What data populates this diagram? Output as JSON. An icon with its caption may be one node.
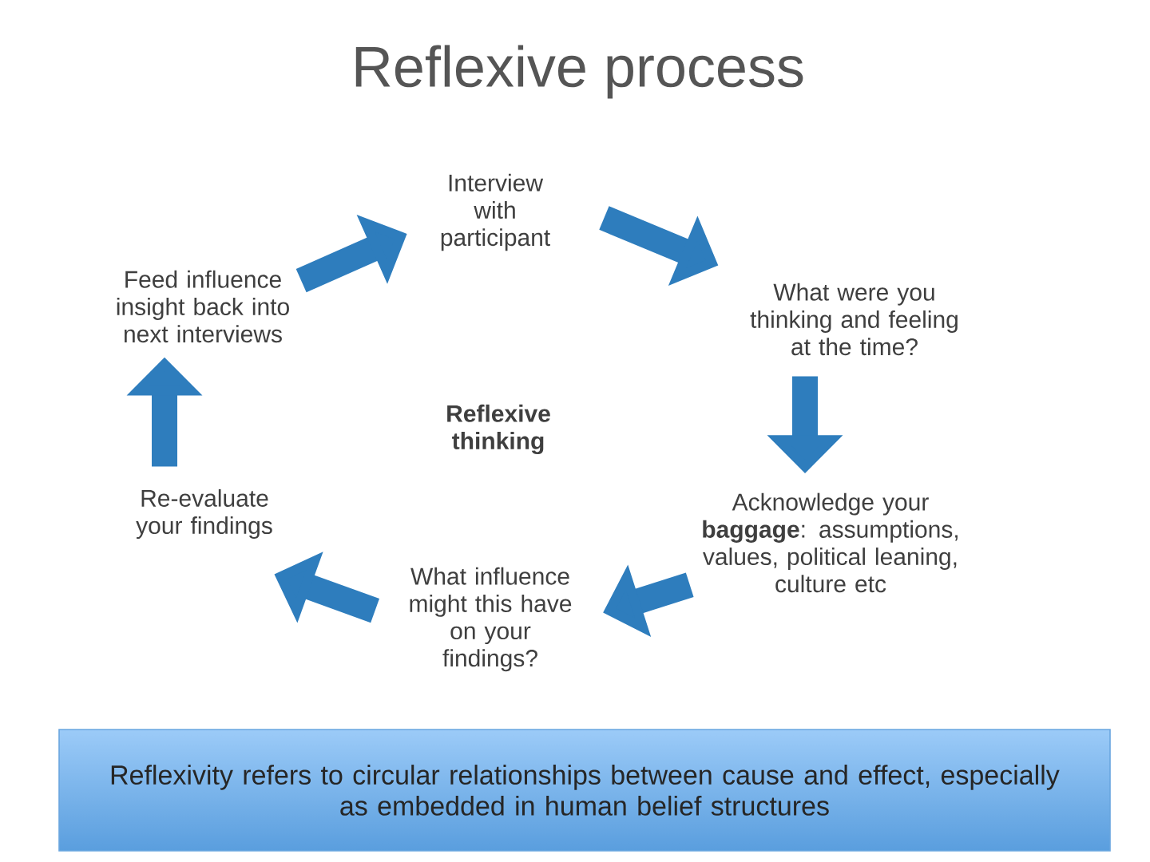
{
  "diagram": {
    "title": "Reflexive process",
    "nodes": [
      {
        "text": [
          "Interview with participant"
        ]
      },
      {
        "text": [
          "What were you thinking and feeling at the time?"
        ]
      },
      {
        "text": [
          "Acknowledge your **baggage**: assumptions, values, political leaning, culture etc"
        ]
      },
      {
        "text": [
          "What influence might this have on your findings?"
        ]
      },
      {
        "text": [
          "Re-evaluate your findings"
        ]
      },
      {
        "text": [
          "Feed influence insight back into next interviews"
        ]
      },
      {
        "text": [
          "Reflexivity refers to circular relationships between cause and effect, especially as embedded in human belief structures"
        ]
      }
    ],
    "edges": [
      {
        "from": 0,
        "to": 1,
        "arrow": "to"
      },
      {
        "from": 1,
        "to": 2,
        "arrow": "to"
      },
      {
        "from": 2,
        "to": 3,
        "arrow": "to"
      },
      {
        "from": 3,
        "to": 4,
        "arrow": "to"
      },
      {
        "from": 4,
        "to": 5,
        "arrow": "to"
      },
      {
        "from": 5,
        "to": 0,
        "arrow": "to"
      }
    ],
    "labels": [
      "Reflexive thinking"
    ]
  }
}
